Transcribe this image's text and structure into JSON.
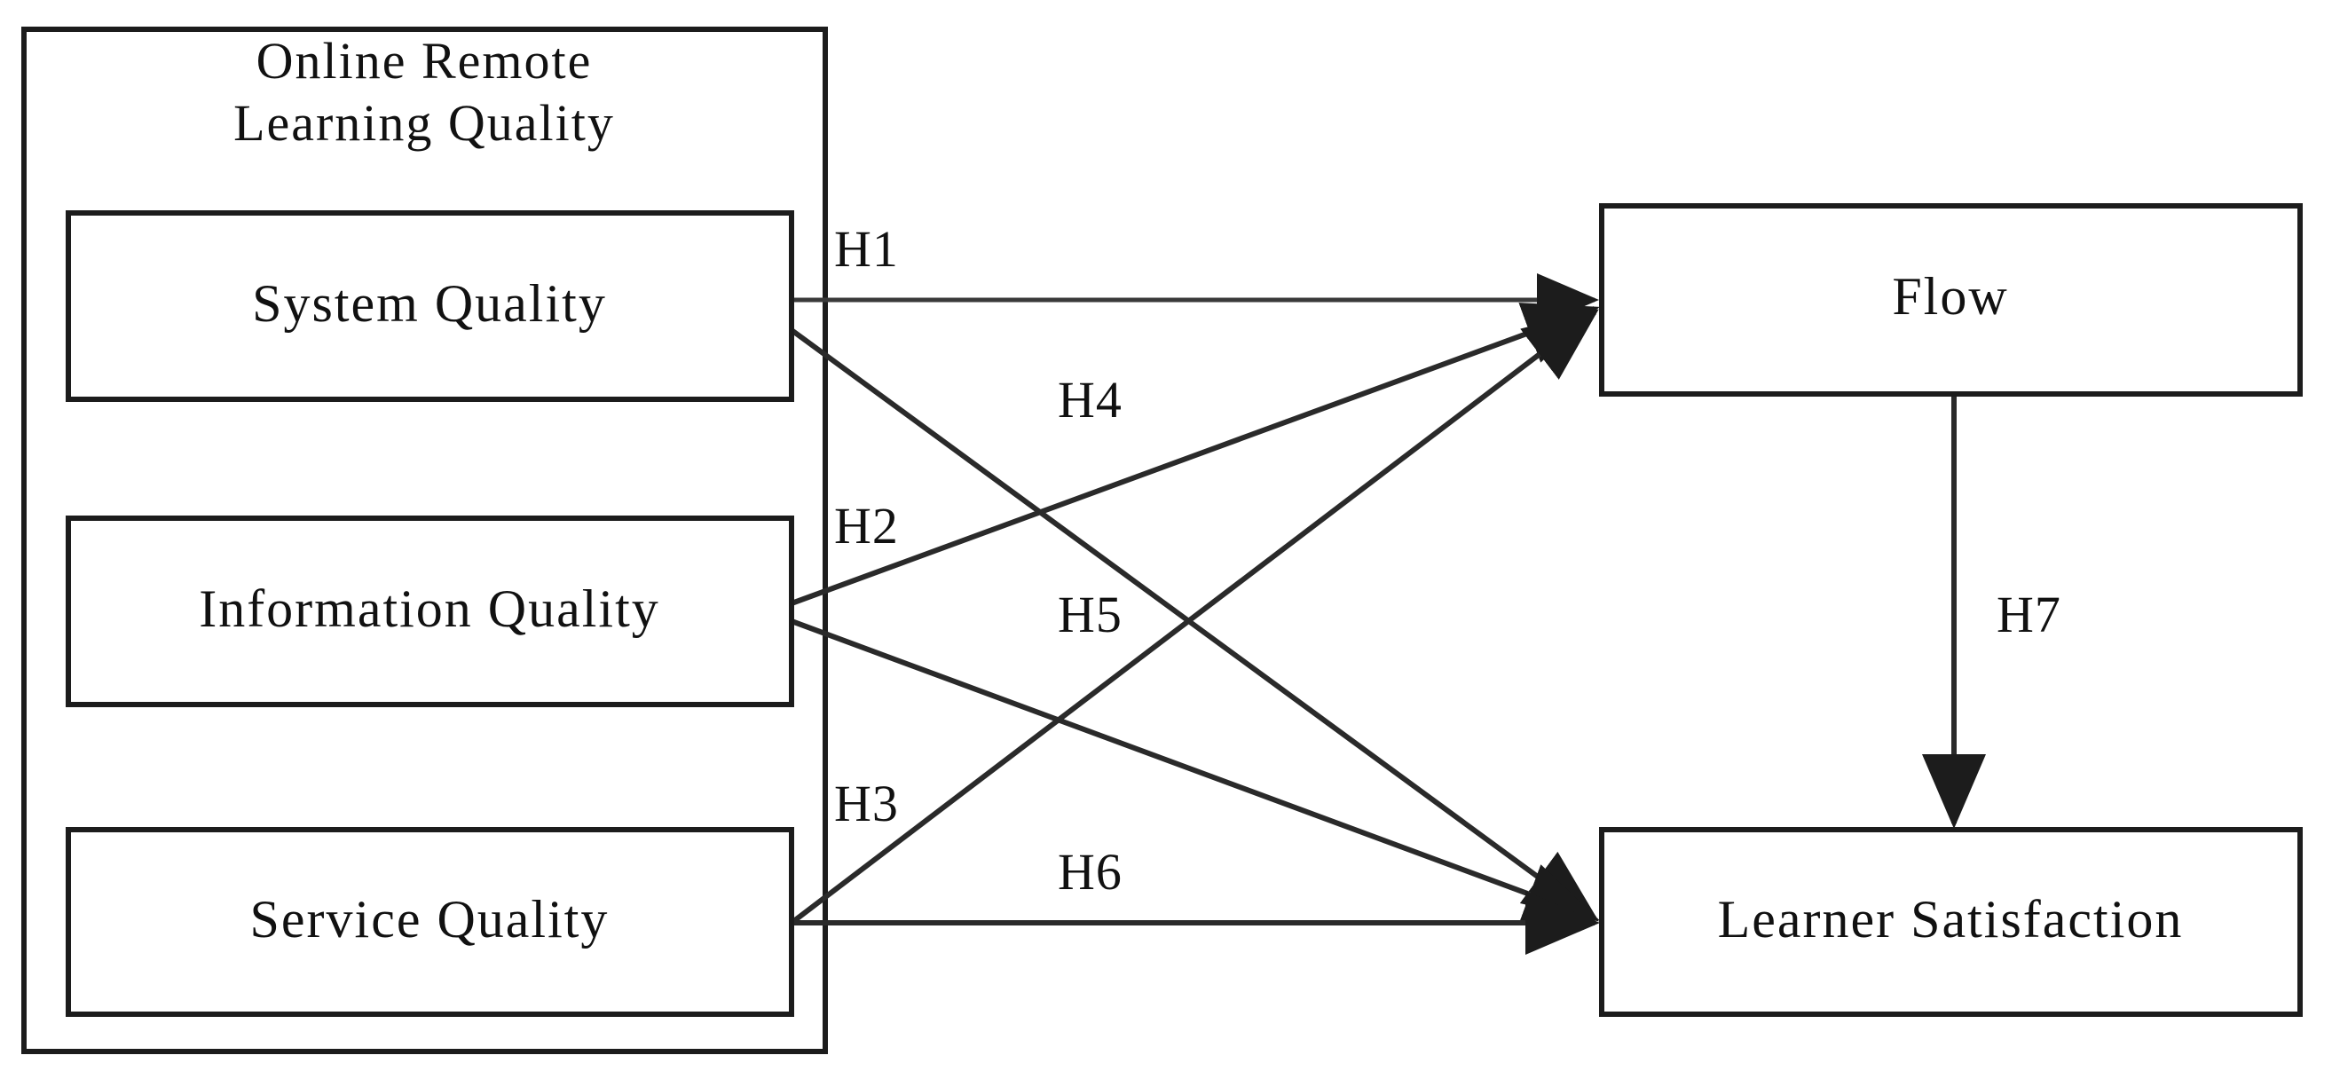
{
  "diagram": {
    "title": "Online  Remote  Learning  Quality",
    "group": {
      "label_line1": "Online  Remote",
      "label_line2": "Learning  Quality"
    },
    "nodes": {
      "system_quality": "System  Quality",
      "information_quality": "Information  Quality",
      "service_quality": "Service  Quality",
      "flow": "Flow",
      "learner_satisfaction": "Learner  Satisfaction"
    },
    "hypotheses": [
      {
        "id": "H1",
        "label": "H1",
        "from": "System  Quality",
        "to": "Flow"
      },
      {
        "id": "H2",
        "label": "H2",
        "from": "Information  Quality",
        "to": "Flow"
      },
      {
        "id": "H3",
        "label": "H3",
        "from": "Service  Quality",
        "to": "Flow"
      },
      {
        "id": "H4",
        "label": "H4",
        "from": "System  Quality",
        "to": "Learner  Satisfaction"
      },
      {
        "id": "H5",
        "label": "H5",
        "from": "Information  Quality",
        "to": "Learner  Satisfaction"
      },
      {
        "id": "H6",
        "label": "H6",
        "from": "Service  Quality",
        "to": "Learner  Satisfaction"
      },
      {
        "id": "H7",
        "label": "H7",
        "from": "Flow",
        "to": "Learner  Satisfaction"
      }
    ],
    "colors": {
      "stroke": "#1c1c1c",
      "background": "#ffffff",
      "text": "#111111"
    }
  }
}
